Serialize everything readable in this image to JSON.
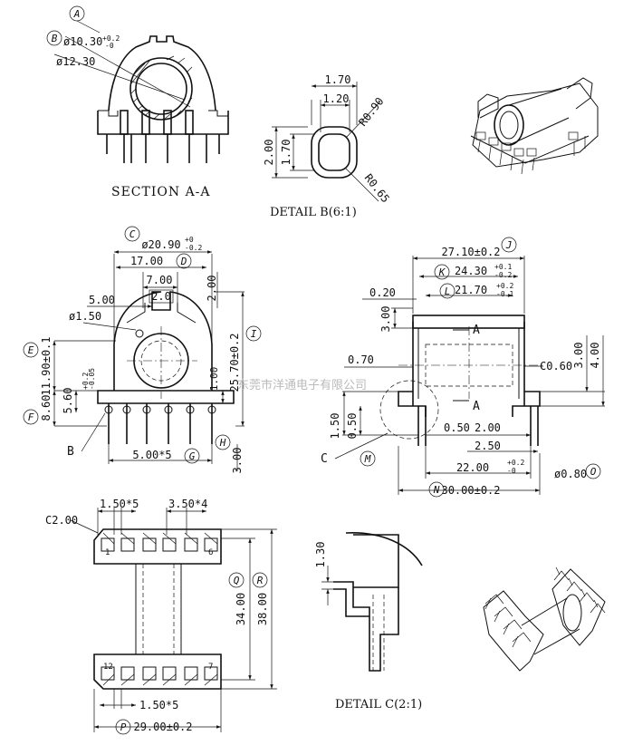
{
  "section_a": {
    "title": "SECTION A-A",
    "dims": {
      "d1": "ø10.30",
      "d1_tol_up": "+0.2",
      "d1_tol_dn": "-0",
      "d2": "ø12.30"
    },
    "balloons": {
      "a": "A",
      "b": "B"
    }
  },
  "detail_b": {
    "title": "DETAIL B(6:1)",
    "dims": {
      "w_outer": "1.70",
      "w_inner": "1.20",
      "r1": "R0.90",
      "r2": "R0.65",
      "h_outer": "2.00",
      "h_inner": "1.70"
    }
  },
  "front_view": {
    "dims": {
      "d_top": "ø20.90",
      "d_top_tol_up": "+0",
      "d_top_tol_dn": "-0.2",
      "w17": "17.00",
      "w7": "7.00",
      "w2": "2.0",
      "w5": "5.00",
      "h2": "2.00",
      "hole": "ø1.50",
      "h_e": "11.90±0.1",
      "h_f": "8.60",
      "h_f2": "5.60",
      "h_f2_tol_up": "+0.2",
      "h_f2_tol_dn": "-0.05",
      "h_i": "25.70±0.2",
      "h_1": "1.00",
      "pitch": "5.00*5",
      "h_h": "3.00",
      "b_label": "B"
    },
    "balloons": {
      "c": "C",
      "d": "D",
      "e": "E",
      "f": "F",
      "g": "G",
      "h": "H",
      "i": "I"
    }
  },
  "side_view": {
    "dims": {
      "w_j": "27.10±0.2",
      "w_k": "24.30",
      "w_k_tol_up": "+0.1",
      "w_k_tol_dn": "-0.2",
      "w_l": "21.70",
      "w_l_tol_up": "+0.2",
      "w_l_tol_dn": "-0.1",
      "t020": "0.20",
      "h300": "3.00",
      "t070": "0.70",
      "c060": "C0.60",
      "h300b": "3.00",
      "h400": "4.00",
      "h150": "1.50",
      "h050": "0.50",
      "w050": "0.50",
      "w200": "2.00",
      "w250": "2.50",
      "w_m": "22.00",
      "w_m_tol_up": "+0.2",
      "w_m_tol_dn": "-0",
      "pin": "ø0.80",
      "w_n": "30.00±0.2",
      "c_label": "C",
      "sec_a_top": "A",
      "sec_a_bot": "A"
    },
    "balloons": {
      "j": "J",
      "k": "K",
      "l": "L",
      "m": "M",
      "n": "N",
      "o": "O"
    }
  },
  "bottom_view": {
    "dims": {
      "c200": "C2.00",
      "p150a": "1.50*5",
      "p350": "3.50*4",
      "p150b": "1.50*5",
      "h3400": "34.00",
      "h3800": "38.00",
      "w_p": "29.00±0.2",
      "pin1": "1",
      "pin6": "6",
      "pin12": "12",
      "pin7": "7"
    },
    "balloons": {
      "p": "P",
      "q": "Q",
      "r": "R"
    }
  },
  "detail_c": {
    "title": "DETAIL C(2:1)",
    "dims": {
      "h130": "1.30"
    }
  },
  "watermark": "东莞市洋通电子有限公司"
}
